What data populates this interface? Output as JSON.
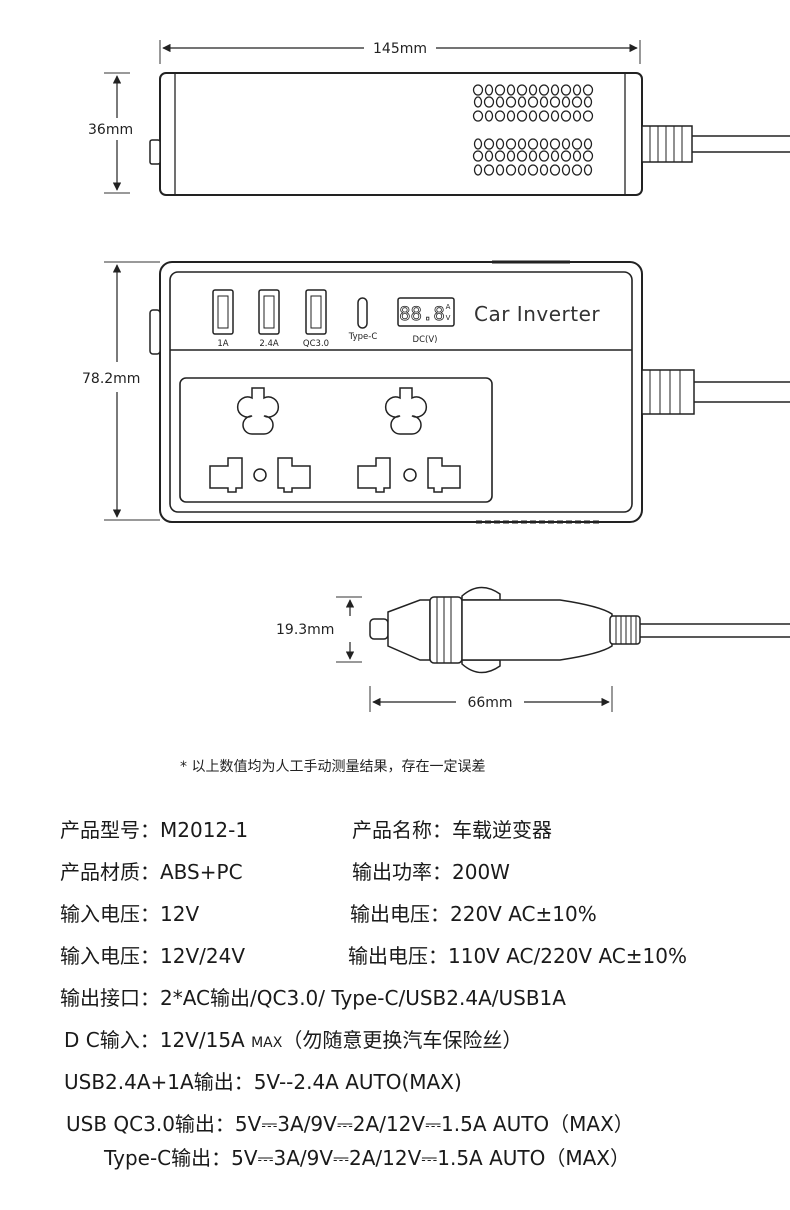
{
  "dimensions": {
    "length": "145mm",
    "height_side": "36mm",
    "height_front": "78.2mm",
    "plug_diameter": "19.3mm",
    "plug_length": "66mm"
  },
  "panel": {
    "ports": [
      "1A",
      "2.4A",
      "QC3.0",
      "Type-C"
    ],
    "display_digits": "88.8",
    "display_unit_top": "A",
    "display_unit_bottom": "V",
    "display_label": "DC(V)",
    "brand": "Car Inverter"
  },
  "note": "* 以上数值均为人工手动测量结果，存在一定误差",
  "specs": {
    "model": "产品型号：M2012-1",
    "name": "产品名称：车载逆变器",
    "material": "产品材质：ABS+PC",
    "power": "输出功率：200W",
    "input_v1": "输入电压：12V",
    "output_v1": "输出电压：220V AC±10%",
    "input_v2": "输入电压：12V/24V",
    "output_v2": "输出电压：110V AC/220V AC±10%",
    "interfaces": "输出接口：2*AC输出/QC3.0/ Type-C/USB2.4A/USB1A",
    "dc_input_prefix": "D C输入：12V/15A ",
    "dc_input_max": "MAX",
    "dc_input_suffix": "（勿随意更换汽车保险丝）",
    "usb_out": "USB2.4A+1A输出：5V--2.4A AUTO(MAX)",
    "qc_out": "USB QC3.0输出：5V⎓3A/9V⎓2A/12V⎓1.5A AUTO（MAX）",
    "typec_out": "Type-C输出：5V⎓3A/9V⎓2A/12V⎓1.5A AUTO（MAX）"
  }
}
